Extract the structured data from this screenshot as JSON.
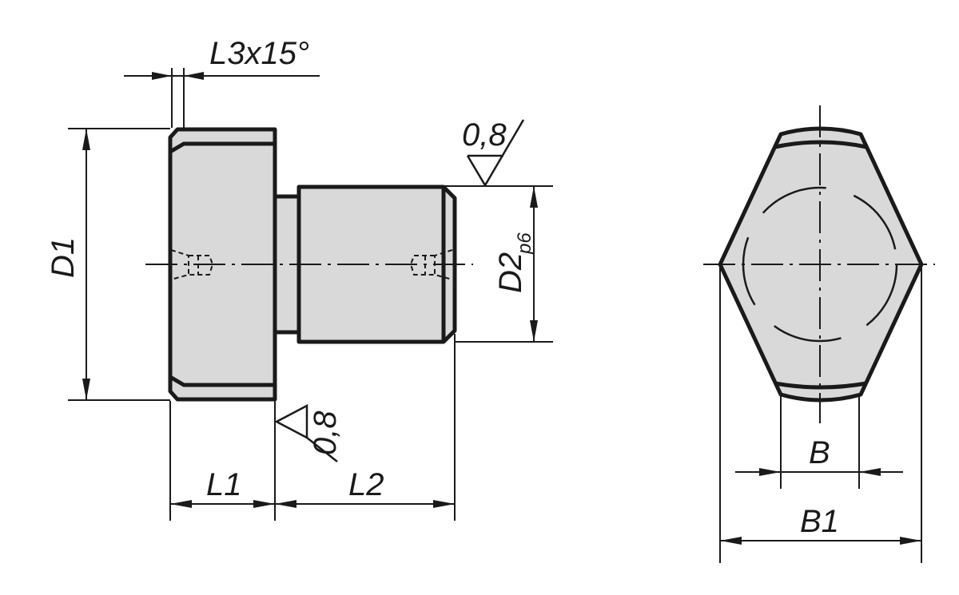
{
  "labels": {
    "chamfer": "L3x15°",
    "surface_top": "0,8",
    "surface_bottom": "0,8",
    "d1": "D1",
    "d2": "D2",
    "d2_tolerance": "p6",
    "l1": "L1",
    "l2": "L2",
    "b": "B",
    "b1": "B1"
  },
  "colors": {
    "fill": "#d9d9d9",
    "line": "#1a1a1a"
  }
}
